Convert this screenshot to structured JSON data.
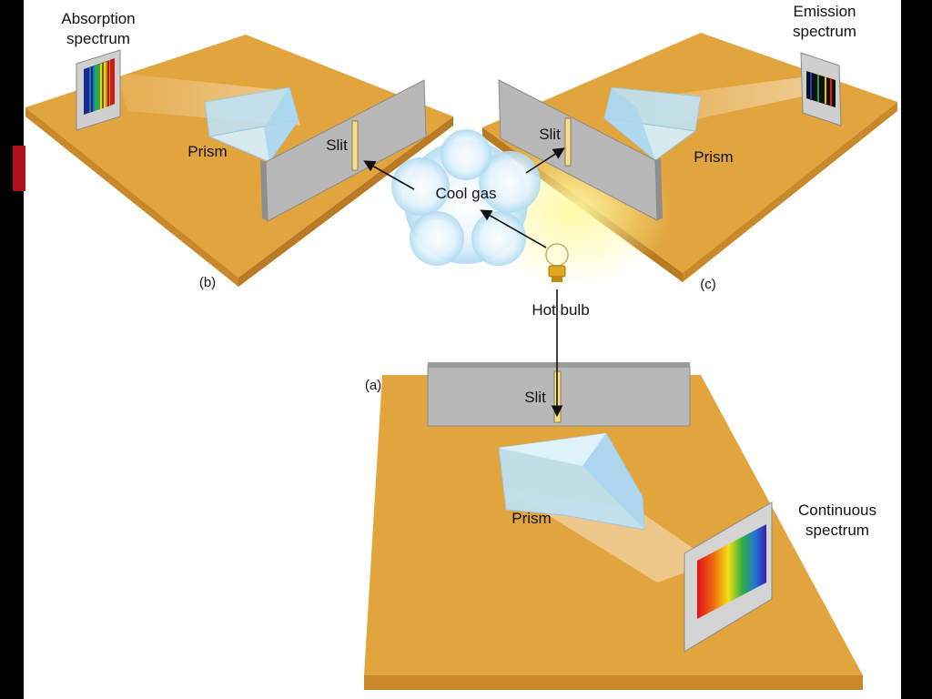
{
  "labels": {
    "absorption_line1": "Absorption",
    "absorption_line2": "spectrum",
    "emission_line1": "Emission",
    "emission_line2": "spectrum",
    "prism_b": "Prism",
    "slit_b": "Slit",
    "slit_c": "Slit",
    "prism_c": "Prism",
    "cool_gas": "Cool gas",
    "panel_b": "(b)",
    "panel_c": "(c)",
    "panel_a": "(a)",
    "hot_bulb": "Hot bulb",
    "slit_a": "Slit",
    "prism_a": "Prism",
    "continuous_line1": "Continuous",
    "continuous_line2": "spectrum"
  },
  "colors": {
    "table": "#e2a43c",
    "table_edge": "#c9892a",
    "slit_panel": "#b8b8b8",
    "prism": "#bfe3f5",
    "gas_cloud": "#dff1fb",
    "accent_red": "#b0121a"
  },
  "spectra": {
    "absorption_bands": [
      "#1a2b8f",
      "#1e6fd0",
      "#2cab48",
      "#f2d318",
      "#f07a12",
      "#d41818"
    ],
    "emission_lines": [
      "#1e3cc8",
      "#22a040",
      "#e8c010",
      "#e02020"
    ],
    "continuous_stops": [
      "#e0101a",
      "#f07010",
      "#f4e012",
      "#30b040",
      "#2070d8",
      "#3a20a0"
    ]
  }
}
